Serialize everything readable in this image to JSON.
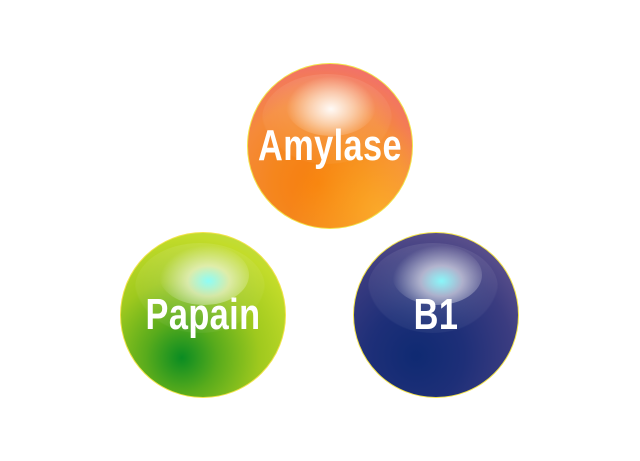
{
  "spheres": [
    {
      "label": "Amylase",
      "color": "#f77d0c"
    },
    {
      "label": "Papain",
      "color": "#9fc91e"
    },
    {
      "label": "B1",
      "color": "#1e2f78"
    }
  ]
}
